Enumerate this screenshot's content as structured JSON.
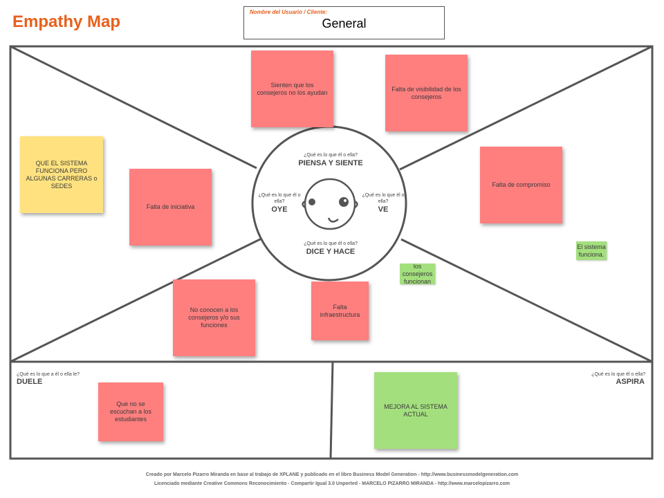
{
  "header": {
    "title": "Empathy Map",
    "title_color": "#e8601c",
    "user_label": "Nombre del Usuario / Cliente:",
    "user_label_color": "#e8601c",
    "user_value": "General"
  },
  "center": {
    "piensa_q": "¿Qué es lo que él o ella?",
    "piensa_h": "PIENSA Y SIENTE",
    "oye_q": "¿Qué es lo que él o ella?",
    "oye_h": "OYE",
    "ve_q": "¿Qué es lo que él o ella?",
    "ve_h": "VE",
    "dice_q": "¿Qué es lo que él o ella?",
    "dice_h": "DICE Y HACE",
    "face_icon": "face-icon"
  },
  "bottom": {
    "duele_q": "¿Qué es lo que a él o ella le?",
    "duele_h": "DUELE",
    "aspira_q": "¿Qué es lo que él o ella?",
    "aspira_h": "ASPIRA"
  },
  "notes": {
    "sienten": "Sienten que los consejeros no los ayudan",
    "visibilidad": "Falta de visibilidad de los consejeros",
    "sistema_funciona_pero": "QUE EL SISTEMA FUNCIONA PERO ALGUNAS CARRERAS o SEDES",
    "iniciativa": "Falta de iniciativa",
    "compromiso": "Falta de compromiso",
    "el_sistema": "El sistema funciona.",
    "los_consejeros": "los consejeros funcionan",
    "no_conocen": "No conocen a los consejeros y/o sus funciones",
    "infraestructura": "Falta infraestructura",
    "no_escuchan": "Que no se escuchan a los estudiantes",
    "mejora": "MEJORA AL SISTEMA ACTUAL"
  },
  "colors": {
    "pink": "#ff7f7f",
    "yellow": "#ffe27f",
    "green": "#a4df7e",
    "frame": "#555555"
  },
  "footer": {
    "line1": "Creado por Marcelo Pizarro Miranda en base al trabajo de XPLANE y publicado en el libro Business Model Generation - http://www.businessmodelgeneration.com",
    "line2": "Licenciado mediante Creative Commons Reconocimiento - Compartir Igual 3.0 Unported - MARCELO PIZARRO MIRANDA - http://www.marcelopizarro.com"
  }
}
